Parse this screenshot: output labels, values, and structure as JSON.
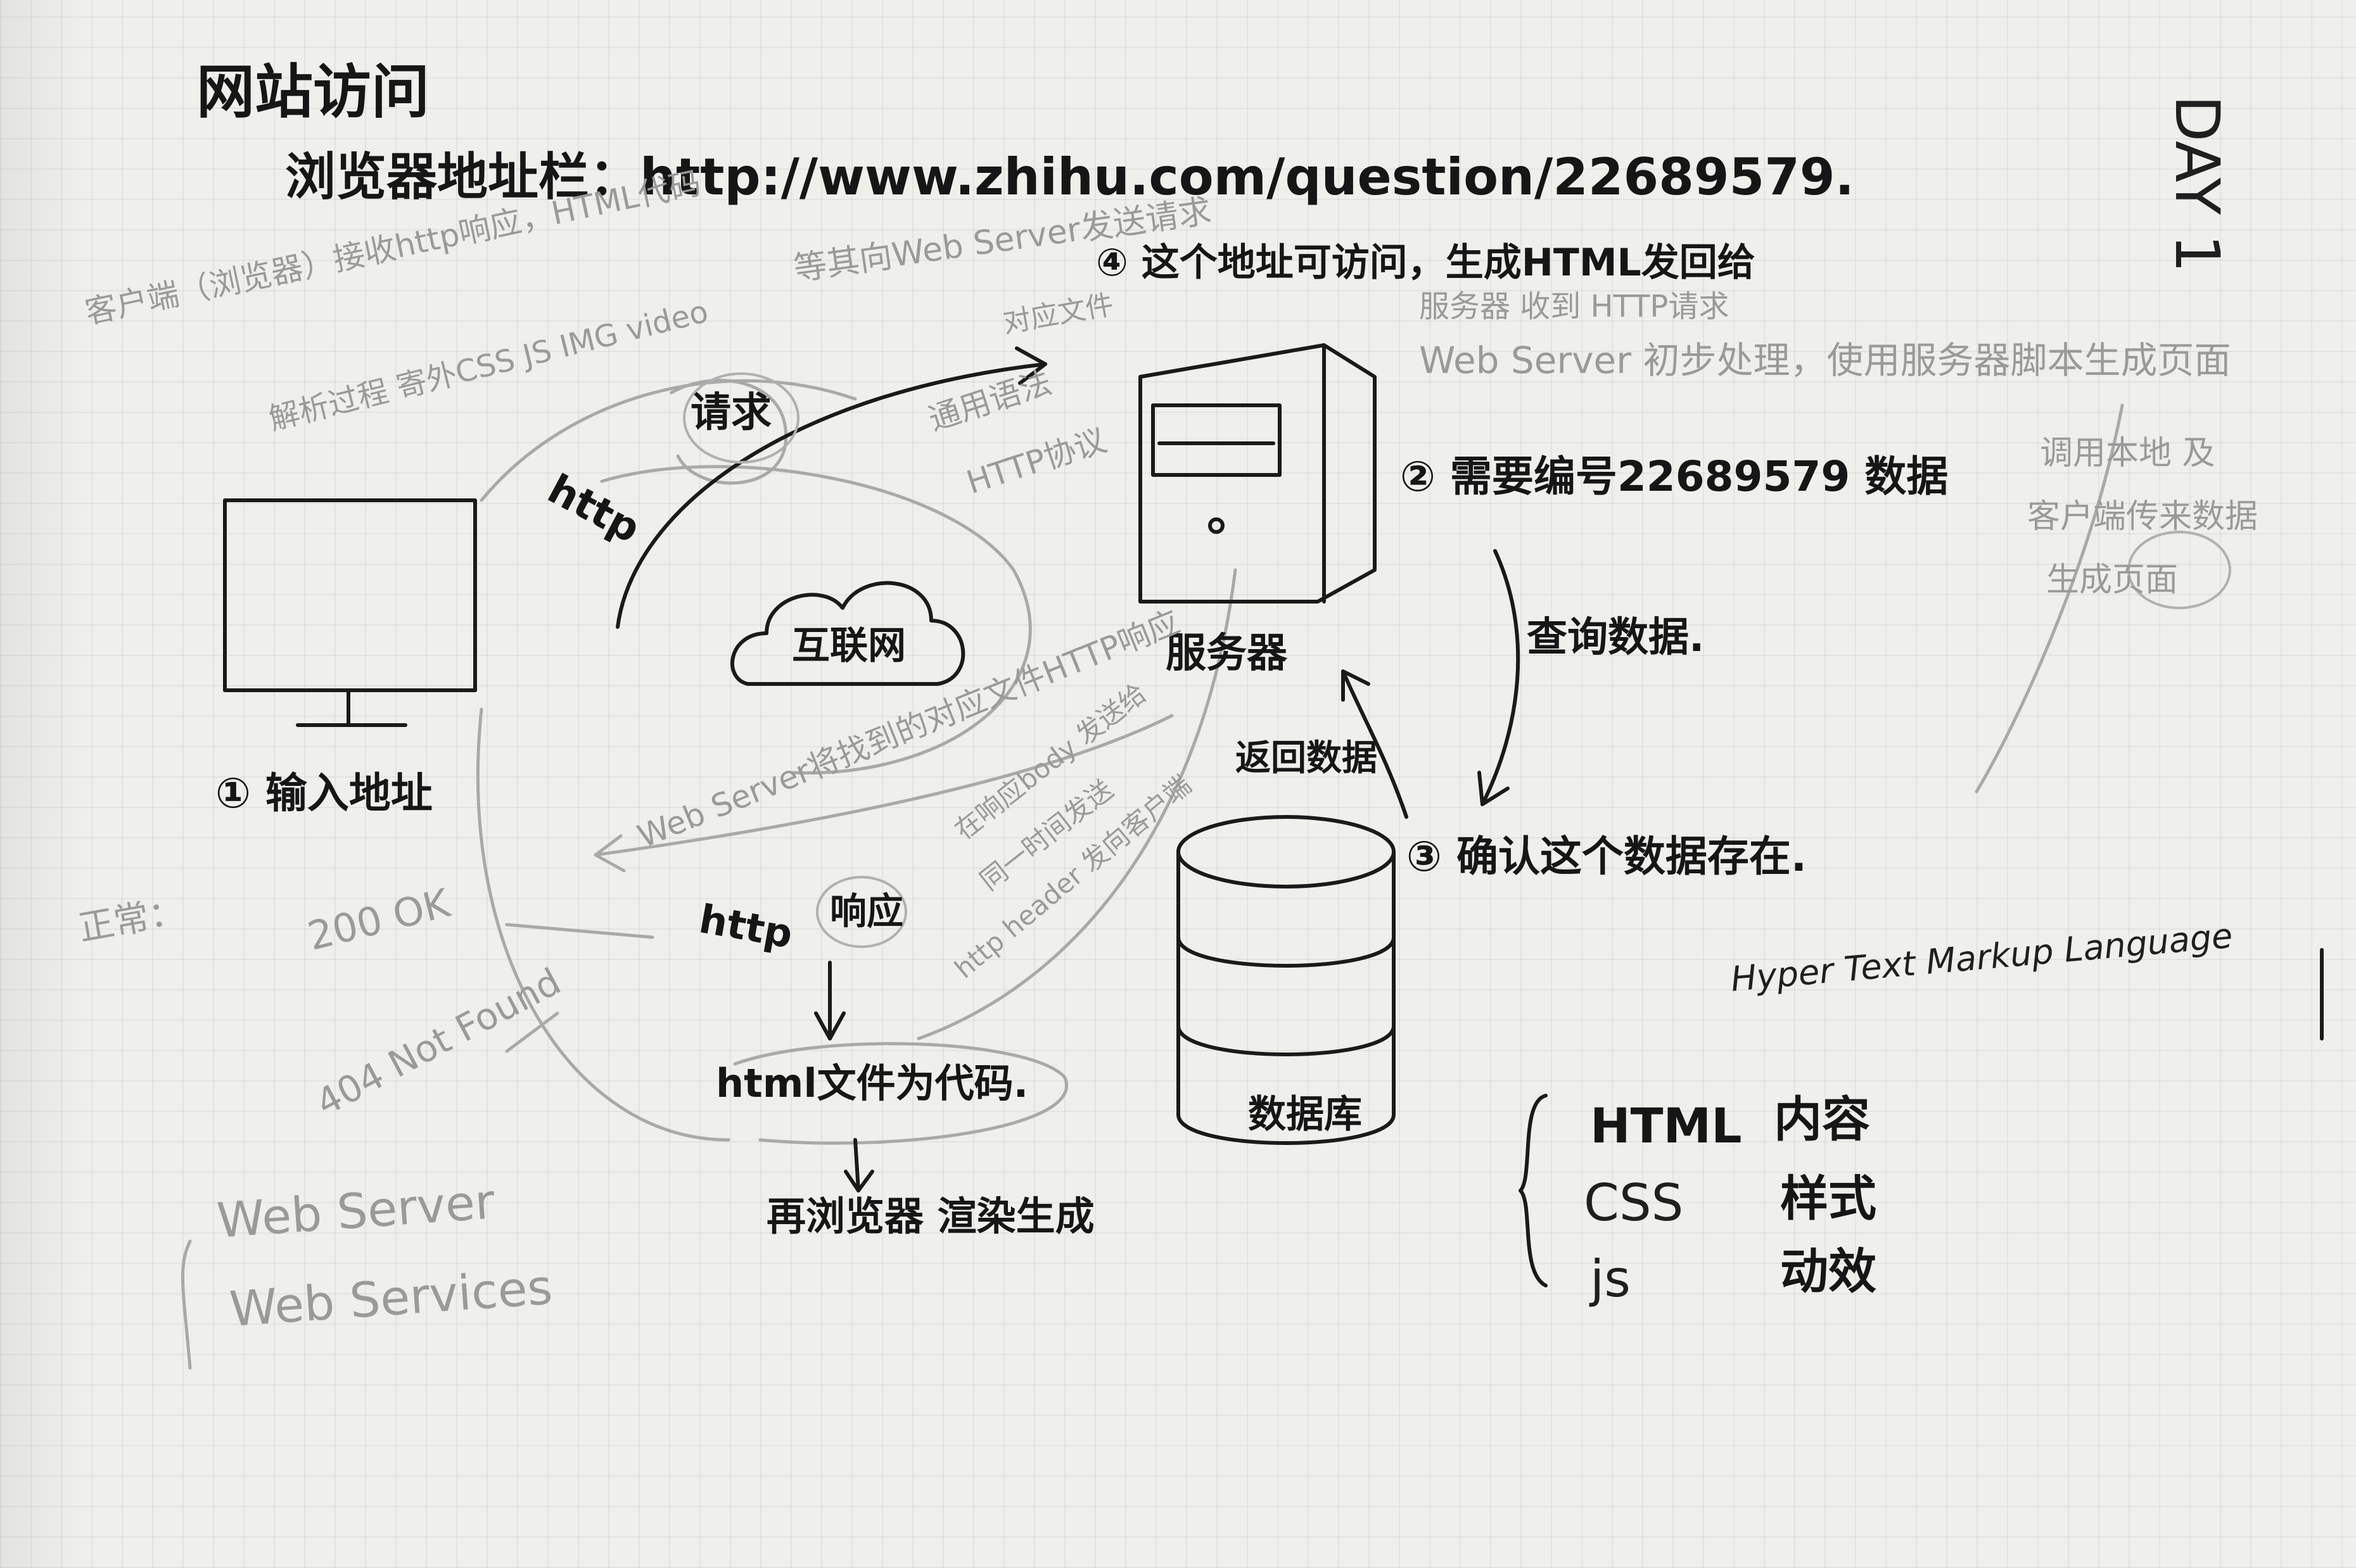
{
  "colors": {
    "paper": "#efefec",
    "ink": "#161616",
    "pencil": "#9a9a9a"
  },
  "notes": {
    "title": "网站访问",
    "address_bar": "浏览器地址栏：http://www.zhihu.com/question/22689579.",
    "day": "DAY 1",
    "step4": "④ 这个地址可访问，生成HTML发回给",
    "pencil_top": "客户端（浏览器）接收http响应，HTML代码",
    "pencil_top2": "等其向Web Server发送请求",
    "pencil_parse": "解析过程 寄外CSS JS IMG video",
    "pencil_file": "对应文件",
    "server_received": "服务器 收到 HTTP请求",
    "web_server_process": "Web Server 初步处理，使用服务器脚本生成页面",
    "right_note": [
      "调用本地 及",
      "客户端传来数据",
      "生成页面"
    ],
    "http_request": [
      "http",
      "请求"
    ],
    "protocol": [
      "通用语法",
      "HTTP协议"
    ],
    "step2": "② 需要编号22689579 数据",
    "internet": "互联网",
    "server": "服务器",
    "query_data": "查询数据.",
    "return_data": "返回数据",
    "step1": "① 输入地址",
    "pencil_web_server": "Web Server将找到的对应文件HTTP响应",
    "pencil_body": "在响应body 发送给",
    "pencil_header": "同一时间发送",
    "pencil_header2": "http header 发向客户端",
    "step3": "③ 确认这个数据存在.",
    "http_response": [
      "http",
      "响应"
    ],
    "normal": "正常：",
    "ok": "200 OK",
    "not_found": "404 Not Found",
    "html_code": "html文件为代码.",
    "render": "再浏览器 渲染生成",
    "database": "数据库",
    "web_server_list": [
      "Web Server",
      "Web Services"
    ],
    "hypertext": "Hyper Text Markup Language",
    "stack": [
      {
        "name": "HTML",
        "desc": "内容"
      },
      {
        "name": "CSS",
        "desc": "样式"
      },
      {
        "name": "js",
        "desc": "动效"
      }
    ]
  }
}
